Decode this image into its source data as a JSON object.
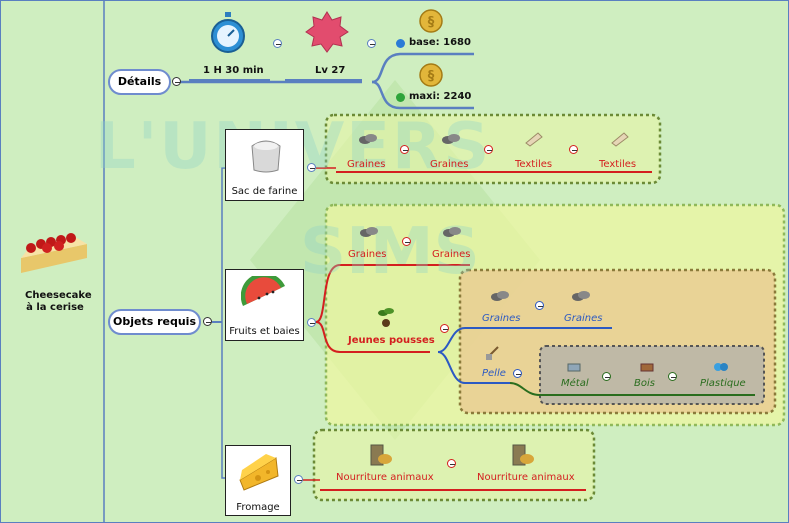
{
  "watermark": {
    "line1": "L'UNIVERS",
    "line2": "SIMS"
  },
  "root": {
    "title_line1": "Cheesecake",
    "title_line2": "à la cerise"
  },
  "details": {
    "label": "Détails",
    "time": "1 H 30 min",
    "level": "Lv 27",
    "base": "base: 1680",
    "maxi": "maxi: 2240"
  },
  "required": {
    "label": "Objets requis",
    "flour": {
      "label": "Sac de farine",
      "items": [
        "Graines",
        "Graines",
        "Textiles",
        "Textiles"
      ]
    },
    "fruits": {
      "label": "Fruits et baies",
      "items": [
        "Graines",
        "Graines"
      ],
      "shoots": {
        "label": "Jeunes pousses",
        "seeds": [
          "Graines",
          "Graines"
        ],
        "shovel": {
          "label": "Pelle",
          "items": [
            "Métal",
            "Bois",
            "Plastique"
          ]
        }
      }
    },
    "cheese": {
      "label": "Fromage",
      "items": [
        "Nourriture animaux",
        "Nourriture animaux"
      ]
    }
  },
  "colors": {
    "background": "#cfeec0",
    "red_text": "#d41f1f",
    "blue_text": "#2b59c3",
    "green_text": "#2a6d1e",
    "node_border": "#6f8cce"
  }
}
